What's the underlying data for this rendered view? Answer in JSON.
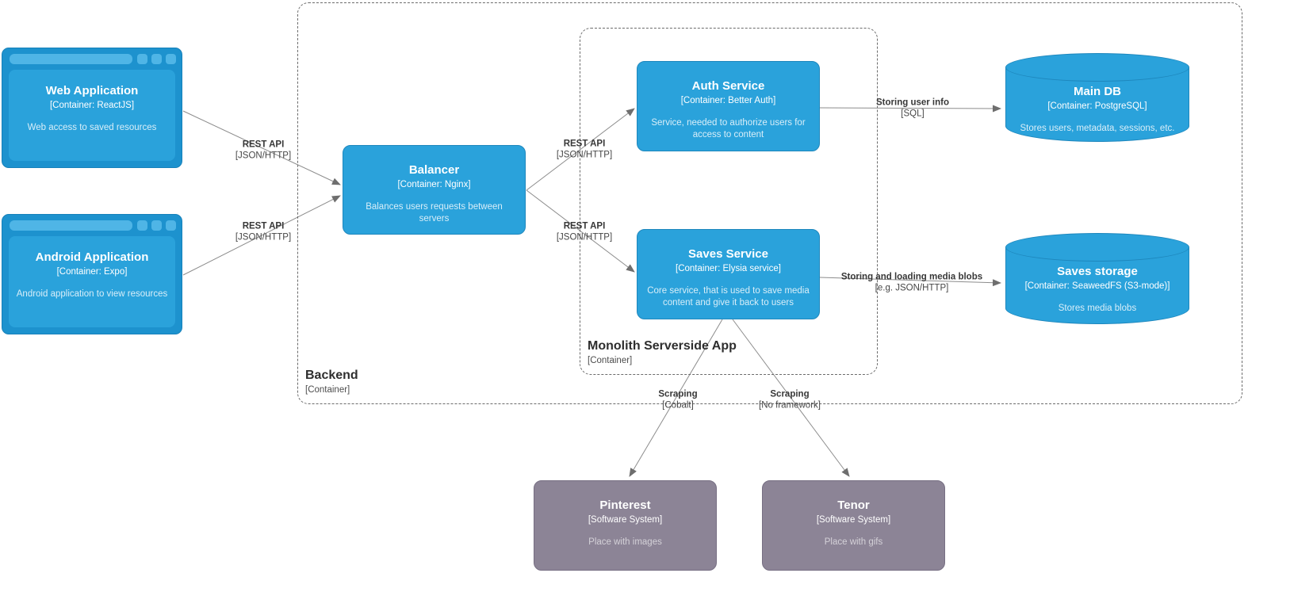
{
  "boundaries": {
    "backend": {
      "label": "Backend",
      "type": "[Container]"
    },
    "monolith": {
      "label": "Monolith Serverside App",
      "type": "[Container]"
    }
  },
  "nodes": {
    "web_app": {
      "title": "Web Application",
      "subtitle": "[Container: ReactJS]",
      "description": "Web access to saved resources"
    },
    "android_app": {
      "title": "Android Application",
      "subtitle": "[Container: Expo]",
      "description": "Android application to view resources"
    },
    "balancer": {
      "title": "Balancer",
      "subtitle": "[Container: Nginx]",
      "description": "Balances users requests between servers"
    },
    "auth_service": {
      "title": "Auth Service",
      "subtitle": "[Container: Better Auth]",
      "description": "Service, needed to authorize users for access to content"
    },
    "saves_service": {
      "title": "Saves Service",
      "subtitle": "[Container: Elysia service]",
      "description": "Core service, that is used to save media content and give it back to users"
    },
    "main_db": {
      "title": "Main DB",
      "subtitle": "[Container: PostgreSQL]",
      "description": "Stores users, metadata, sessions, etc."
    },
    "saves_storage": {
      "title": "Saves storage",
      "subtitle": "[Container: SeaweedFS (S3-mode)]",
      "description": "Stores media blobs"
    },
    "pinterest": {
      "title": "Pinterest",
      "subtitle": "[Software System]",
      "description": "Place with images"
    },
    "tenor": {
      "title": "Tenor",
      "subtitle": "[Software System]",
      "description": "Place with gifs"
    }
  },
  "edges": {
    "web_to_balancer": {
      "label": "REST API",
      "tech": "[JSON/HTTP]"
    },
    "android_to_balancer": {
      "label": "REST API",
      "tech": "[JSON/HTTP]"
    },
    "balancer_to_auth": {
      "label": "REST API",
      "tech": "[JSON/HTTP]"
    },
    "balancer_to_saves": {
      "label": "REST API",
      "tech": "[JSON/HTTP]"
    },
    "auth_to_maindb": {
      "label": "Storing user info",
      "tech": "[SQL]"
    },
    "saves_to_storage": {
      "label": "Storing and loading media blobs",
      "tech": "[e.g. JSON/HTTP]"
    },
    "saves_to_pinterest": {
      "label": "Scraping",
      "tech": "[Cobalt]"
    },
    "saves_to_tenor": {
      "label": "Scraping",
      "tech": "[No framework]"
    }
  },
  "colors": {
    "container_blue": "#2aa2db",
    "container_blue_border": "#1e87bd",
    "browser_frame_blue": "#1d92ce",
    "browser_chrome_blue": "#4fb5e6",
    "external_gray": "#8c8496",
    "boundary_dash": "#6b6b6b",
    "arrow_gray": "#8c8c8c",
    "label_text": "#383838"
  }
}
